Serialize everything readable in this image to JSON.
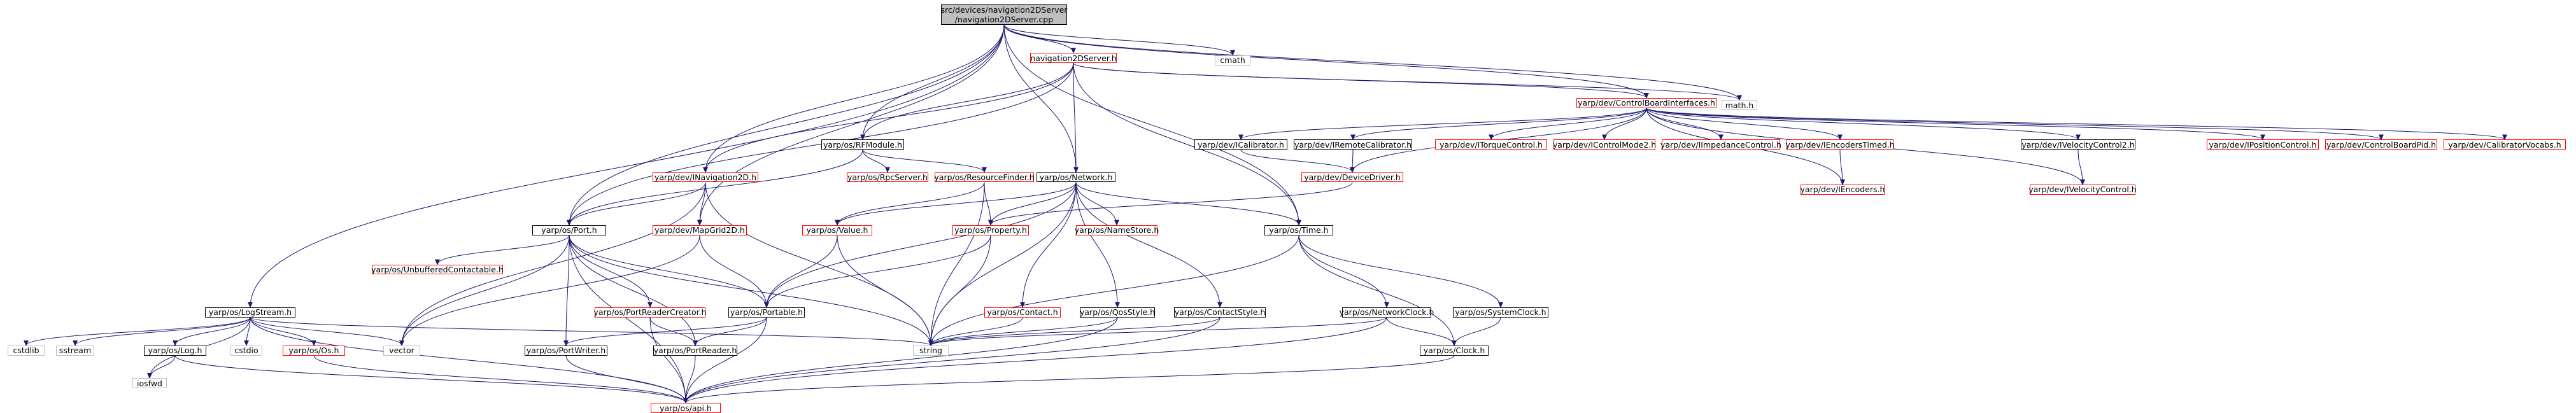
{
  "diagram": {
    "title": "Include dependency graph for navigation2DServer.cpp",
    "nodes": [
      {
        "id": "root",
        "label": [
          "src/devices/navigation2DServer",
          "/navigation2DServer.cpp"
        ],
        "style": "root"
      },
      {
        "id": "nav2dserver_h",
        "label": [
          "navigation2DServer.h"
        ],
        "style": "red"
      },
      {
        "id": "cmath",
        "label": [
          "cmath"
        ],
        "style": "grey"
      },
      {
        "id": "math_h",
        "label": [
          "math.h"
        ],
        "style": "grey"
      },
      {
        "id": "cbi",
        "label": [
          "yarp/dev/ControlBoardInterfaces.h"
        ],
        "style": "red"
      },
      {
        "id": "rfmodule",
        "label": [
          "yarp/os/RFModule.h"
        ],
        "style": "black"
      },
      {
        "id": "inav2d",
        "label": [
          "yarp/dev/INavigation2D.h"
        ],
        "style": "red"
      },
      {
        "id": "rpcserver",
        "label": [
          "yarp/os/RpcServer.h"
        ],
        "style": "red"
      },
      {
        "id": "resfinder",
        "label": [
          "yarp/os/ResourceFinder.h"
        ],
        "style": "red"
      },
      {
        "id": "network",
        "label": [
          "yarp/os/Network.h"
        ],
        "style": "black"
      },
      {
        "id": "icalib",
        "label": [
          "yarp/dev/ICalibrator.h"
        ],
        "style": "black"
      },
      {
        "id": "iremcalib",
        "label": [
          "yarp/dev/IRemoteCalibrator.h"
        ],
        "style": "black"
      },
      {
        "id": "itorque",
        "label": [
          "yarp/dev/ITorqueControl.h"
        ],
        "style": "red"
      },
      {
        "id": "icm2",
        "label": [
          "yarp/dev/IControlMode2.h"
        ],
        "style": "red"
      },
      {
        "id": "iimp",
        "label": [
          "yarp/dev/IImpedanceControl.h"
        ],
        "style": "red"
      },
      {
        "id": "ienctimed",
        "label": [
          "yarp/dev/IEncodersTimed.h"
        ],
        "style": "red"
      },
      {
        "id": "ivc2",
        "label": [
          "yarp/dev/IVelocityControl2.h"
        ],
        "style": "black"
      },
      {
        "id": "ipos",
        "label": [
          "yarp/dev/IPositionControl.h"
        ],
        "style": "red"
      },
      {
        "id": "cbpid",
        "label": [
          "yarp/dev/ControlBoardPid.h"
        ],
        "style": "red"
      },
      {
        "id": "calvocabs",
        "label": [
          "yarp/dev/CalibratorVocabs.h"
        ],
        "style": "red"
      },
      {
        "id": "devdriver",
        "label": [
          "yarp/dev/DeviceDriver.h"
        ],
        "style": "red"
      },
      {
        "id": "ienc",
        "label": [
          "yarp/dev/IEncoders.h"
        ],
        "style": "red"
      },
      {
        "id": "ivc",
        "label": [
          "yarp/dev/IVelocityControl.h"
        ],
        "style": "red"
      },
      {
        "id": "port",
        "label": [
          "yarp/os/Port.h"
        ],
        "style": "black"
      },
      {
        "id": "mapgrid",
        "label": [
          "yarp/dev/MapGrid2D.h"
        ],
        "style": "red"
      },
      {
        "id": "value",
        "label": [
          "yarp/os/Value.h"
        ],
        "style": "red"
      },
      {
        "id": "property",
        "label": [
          "yarp/os/Property.h"
        ],
        "style": "red"
      },
      {
        "id": "namestore",
        "label": [
          "yarp/os/NameStore.h"
        ],
        "style": "red"
      },
      {
        "id": "time",
        "label": [
          "yarp/os/Time.h"
        ],
        "style": "black"
      },
      {
        "id": "logstream",
        "label": [
          "yarp/os/LogStream.h"
        ],
        "style": "black"
      },
      {
        "id": "unbuf",
        "label": [
          "yarp/os/UnbufferedContactable.h"
        ],
        "style": "red"
      },
      {
        "id": "prcreator",
        "label": [
          "yarp/os/PortReaderCreator.h"
        ],
        "style": "red"
      },
      {
        "id": "portable",
        "label": [
          "yarp/os/Portable.h"
        ],
        "style": "black"
      },
      {
        "id": "contact",
        "label": [
          "yarp/os/Contact.h"
        ],
        "style": "red"
      },
      {
        "id": "qosstyle",
        "label": [
          "yarp/os/QosStyle.h"
        ],
        "style": "black"
      },
      {
        "id": "contactstyle",
        "label": [
          "yarp/os/ContactStyle.h"
        ],
        "style": "black"
      },
      {
        "id": "netclock",
        "label": [
          "yarp/os/NetworkClock.h"
        ],
        "style": "black"
      },
      {
        "id": "sysclock",
        "label": [
          "yarp/os/SystemClock.h"
        ],
        "style": "black"
      },
      {
        "id": "cstdlib",
        "label": [
          "cstdlib"
        ],
        "style": "grey"
      },
      {
        "id": "sstream",
        "label": [
          "sstream"
        ],
        "style": "grey"
      },
      {
        "id": "log",
        "label": [
          "yarp/os/Log.h"
        ],
        "style": "black"
      },
      {
        "id": "cstdio",
        "label": [
          "cstdio"
        ],
        "style": "grey"
      },
      {
        "id": "os",
        "label": [
          "yarp/os/Os.h"
        ],
        "style": "red"
      },
      {
        "id": "vector",
        "label": [
          "vector"
        ],
        "style": "grey"
      },
      {
        "id": "string",
        "label": [
          "string"
        ],
        "style": "grey"
      },
      {
        "id": "portwriter",
        "label": [
          "yarp/os/PortWriter.h"
        ],
        "style": "black"
      },
      {
        "id": "portreader",
        "label": [
          "yarp/os/PortReader.h"
        ],
        "style": "black"
      },
      {
        "id": "clock",
        "label": [
          "yarp/os/Clock.h"
        ],
        "style": "black"
      },
      {
        "id": "iosfwd",
        "label": [
          "iosfwd"
        ],
        "style": "grey"
      },
      {
        "id": "api",
        "label": [
          "yarp/os/api.h"
        ],
        "style": "red"
      }
    ],
    "edges": [
      [
        "root",
        "nav2dserver_h"
      ],
      [
        "root",
        "cmath"
      ],
      [
        "root",
        "math_h"
      ],
      [
        "root",
        "cbi"
      ],
      [
        "root",
        "rfmodule"
      ],
      [
        "root",
        "inav2d"
      ],
      [
        "root",
        "network"
      ],
      [
        "root",
        "port"
      ],
      [
        "root",
        "mapgrid"
      ],
      [
        "root",
        "time"
      ],
      [
        "root",
        "logstream"
      ],
      [
        "nav2dserver_h",
        "math_h"
      ],
      [
        "nav2dserver_h",
        "cbi"
      ],
      [
        "nav2dserver_h",
        "rfmodule"
      ],
      [
        "nav2dserver_h",
        "inav2d"
      ],
      [
        "nav2dserver_h",
        "network"
      ],
      [
        "nav2dserver_h",
        "time"
      ],
      [
        "nav2dserver_h",
        "port"
      ],
      [
        "cbi",
        "icalib"
      ],
      [
        "cbi",
        "iremcalib"
      ],
      [
        "cbi",
        "itorque"
      ],
      [
        "cbi",
        "icm2"
      ],
      [
        "cbi",
        "iimp"
      ],
      [
        "cbi",
        "ienctimed"
      ],
      [
        "cbi",
        "ivc2"
      ],
      [
        "cbi",
        "ipos"
      ],
      [
        "cbi",
        "cbpid"
      ],
      [
        "cbi",
        "calvocabs"
      ],
      [
        "cbi",
        "devdriver"
      ],
      [
        "cbi",
        "ienc"
      ],
      [
        "cbi",
        "ivc"
      ],
      [
        "icalib",
        "devdriver"
      ],
      [
        "iremcalib",
        "devdriver"
      ],
      [
        "ienctimed",
        "ienc"
      ],
      [
        "ivc2",
        "ivc"
      ],
      [
        "devdriver",
        "property"
      ],
      [
        "rfmodule",
        "rpcserver"
      ],
      [
        "rfmodule",
        "resfinder"
      ],
      [
        "rfmodule",
        "port"
      ],
      [
        "resfinder",
        "value"
      ],
      [
        "resfinder",
        "property"
      ],
      [
        "resfinder",
        "string"
      ],
      [
        "inav2d",
        "port"
      ],
      [
        "inav2d",
        "mapgrid"
      ],
      [
        "inav2d",
        "string"
      ],
      [
        "inav2d",
        "vector"
      ],
      [
        "network",
        "property"
      ],
      [
        "network",
        "value"
      ],
      [
        "network",
        "namestore"
      ],
      [
        "network",
        "contact"
      ],
      [
        "network",
        "qosstyle"
      ],
      [
        "network",
        "contactstyle"
      ],
      [
        "network",
        "portable"
      ],
      [
        "network",
        "time"
      ],
      [
        "network",
        "string"
      ],
      [
        "port",
        "unbuf"
      ],
      [
        "port",
        "prcreator"
      ],
      [
        "port",
        "portable"
      ],
      [
        "port",
        "portwriter"
      ],
      [
        "port",
        "portreader"
      ],
      [
        "port",
        "vector"
      ],
      [
        "port",
        "string"
      ],
      [
        "port",
        "api"
      ],
      [
        "mapgrid",
        "portable"
      ],
      [
        "mapgrid",
        "vector"
      ],
      [
        "value",
        "portable"
      ],
      [
        "value",
        "string"
      ],
      [
        "property",
        "portable"
      ],
      [
        "property",
        "string"
      ],
      [
        "prcreator",
        "portreader"
      ],
      [
        "prcreator",
        "api"
      ],
      [
        "portable",
        "portwriter"
      ],
      [
        "portable",
        "portreader"
      ],
      [
        "portable",
        "api"
      ],
      [
        "contact",
        "string"
      ],
      [
        "qosstyle",
        "string"
      ],
      [
        "qosstyle",
        "api"
      ],
      [
        "contactstyle",
        "string"
      ],
      [
        "contactstyle",
        "api"
      ],
      [
        "time",
        "netclock"
      ],
      [
        "time",
        "sysclock"
      ],
      [
        "time",
        "clock"
      ],
      [
        "time",
        "string"
      ],
      [
        "netclock",
        "clock"
      ],
      [
        "netclock",
        "string"
      ],
      [
        "netclock",
        "api"
      ],
      [
        "sysclock",
        "clock"
      ],
      [
        "clock",
        "api"
      ],
      [
        "logstream",
        "cstdlib"
      ],
      [
        "logstream",
        "sstream"
      ],
      [
        "logstream",
        "log"
      ],
      [
        "logstream",
        "cstdio"
      ],
      [
        "logstream",
        "os"
      ],
      [
        "logstream",
        "vector"
      ],
      [
        "logstream",
        "string"
      ],
      [
        "logstream",
        "iosfwd"
      ],
      [
        "logstream",
        "api"
      ],
      [
        "log",
        "iosfwd"
      ],
      [
        "log",
        "api"
      ],
      [
        "os",
        "api"
      ],
      [
        "portwriter",
        "api"
      ],
      [
        "portreader",
        "api"
      ]
    ],
    "colors": {
      "edge": "#191970",
      "red_border": "#ff0000",
      "grey_border": "#bfbfbf",
      "root_fill": "#bfbfbf"
    }
  }
}
